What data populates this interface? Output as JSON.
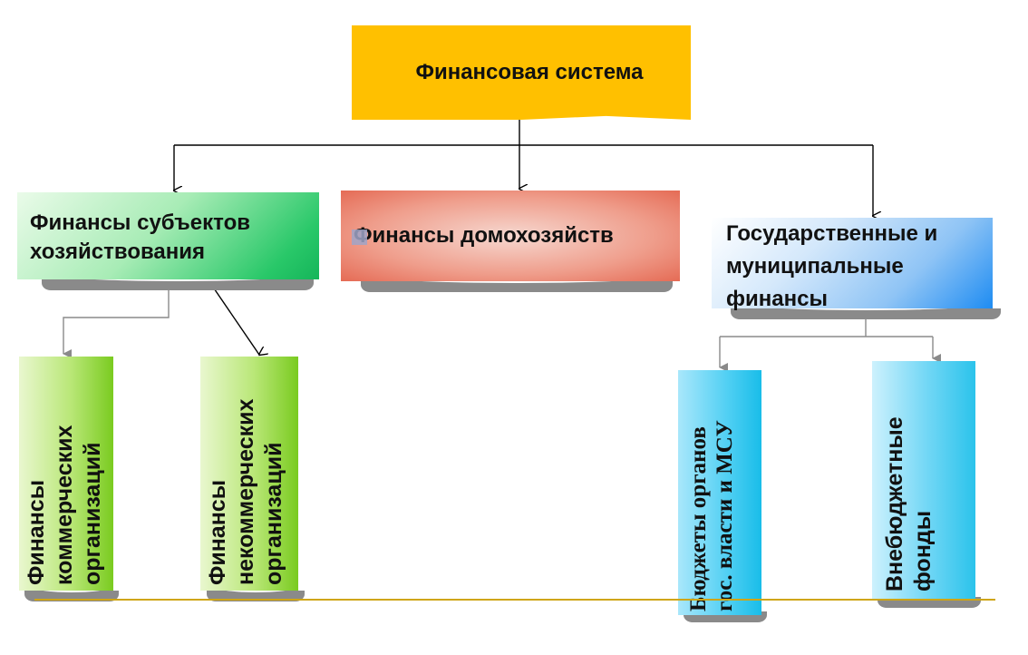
{
  "root": {
    "label": "Финансовая система"
  },
  "level1": {
    "subjects": {
      "label": "Финансы субъектов хозяйствования"
    },
    "households": {
      "label": "Финансы домохозяйств"
    },
    "state": {
      "label": "Государственные и муниципальные финансы"
    }
  },
  "level2": {
    "commercial": {
      "lines": [
        "Финансы",
        "коммерческих",
        "организаций"
      ]
    },
    "noncommercial": {
      "lines": [
        "Финансы",
        "некоммерческих",
        "организаций"
      ]
    },
    "budgets": {
      "lines": [
        "Бюджеты органов",
        "гос. власти и МСУ"
      ]
    },
    "offbudget_funds": {
      "lines": [
        "Внебюджетные",
        "фонды"
      ]
    }
  },
  "colors": {
    "root": "#ffc000",
    "subjects": "#29c869",
    "households": "#e56b55",
    "state": "#1e8cf2",
    "org_boxes": "#7acb20",
    "state_sub_boxes": "#19bde9",
    "rule": "#cfa514"
  }
}
